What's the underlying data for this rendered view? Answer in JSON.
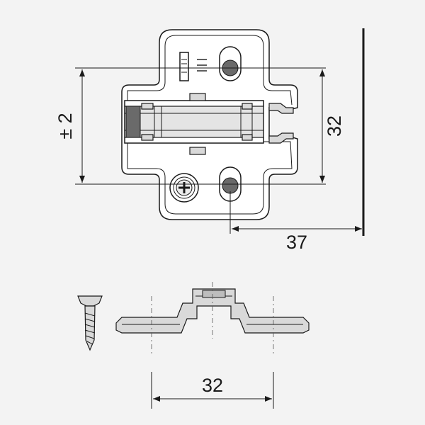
{
  "drawing": {
    "top_view": {
      "dim_tolerance": "± 2",
      "dim_vertical": "32",
      "dim_horizontal": "37"
    },
    "side_view": {
      "dim_horizontal": "32"
    }
  }
}
